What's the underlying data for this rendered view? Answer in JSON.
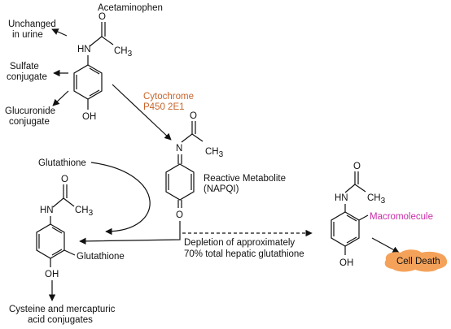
{
  "labels": {
    "acetaminophen": "Acetaminophen",
    "unchanged_l1": "Unchanged",
    "unchanged_l2": "in urine",
    "sulfate_l1": "Sulfate",
    "sulfate_l2": "conjugate",
    "glucuronide_l1": "Glucuronide",
    "glucuronide_l2": "conjugate",
    "cyp_l1": "Cytochrome",
    "cyp_l2": "P450 2E1",
    "reactive_l1": "Reactive Metabolite",
    "reactive_l2": "(NAPQI)",
    "glutathione_top": "Glutathione",
    "glutathione_sub": "Glutathione",
    "depletion_l1": "Depletion of approximately",
    "depletion_l2": "70% total hepatic glutathione",
    "cysteine_l1": "Cysteine and mercapturic",
    "cysteine_l2": "acid conjugates",
    "macromolecule": "Macromolecule",
    "cell_death": "Cell Death"
  },
  "atoms": {
    "hn": "HN",
    "o": "O",
    "ch3": "CH",
    "ch3_sub": "3",
    "oh": "OH",
    "n": "N"
  },
  "colors": {
    "cytochrome": "#c8642a",
    "macromolecule": "#cc2ca8",
    "cell_death_fill": "#f4a25a"
  }
}
